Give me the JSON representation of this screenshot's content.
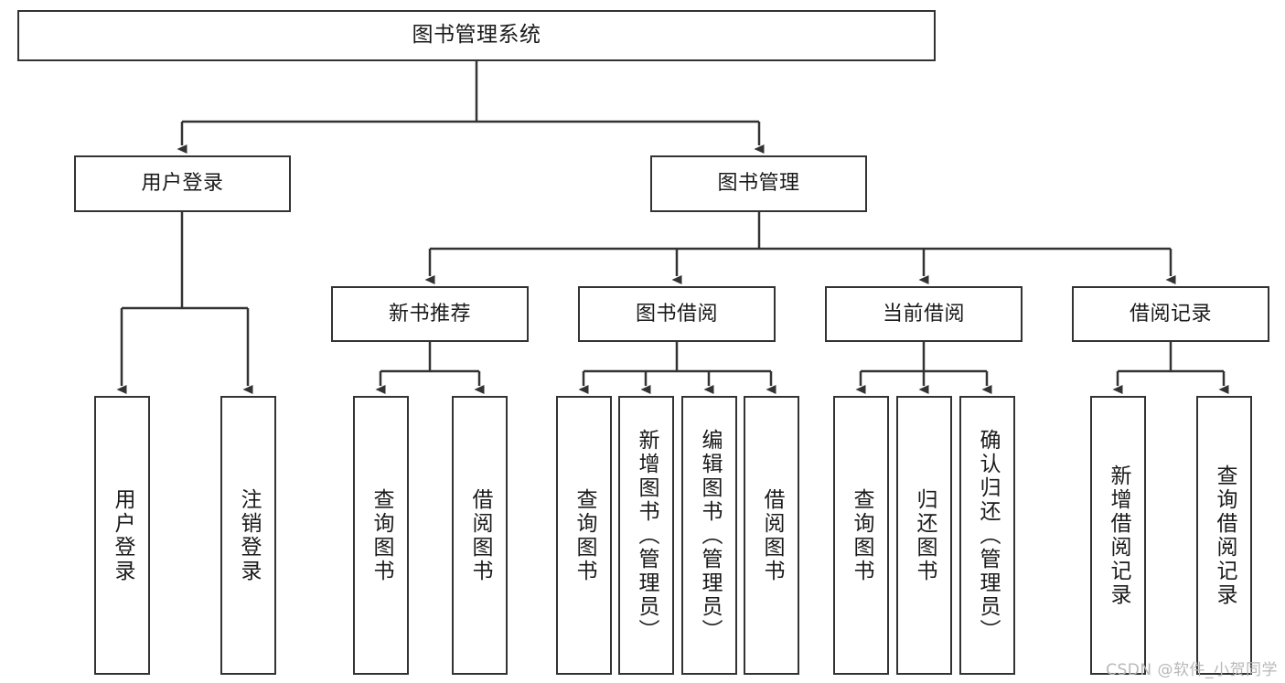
{
  "diagram": {
    "title": "图书管理系统",
    "type": "tree-hierarchy",
    "watermark": "CSDN @软件_小贺同学",
    "stroke_color": "#333333",
    "fill_color": "#ffffff",
    "text_color": "#1a1a1a",
    "root": {
      "label": "图书管理系统"
    },
    "level2": [
      {
        "label": "用户登录"
      },
      {
        "label": "图书管理"
      }
    ],
    "level3": [
      {
        "label": "新书推荐"
      },
      {
        "label": "图书借阅"
      },
      {
        "label": "当前借阅"
      },
      {
        "label": "借阅记录"
      }
    ],
    "leaves_user_login": [
      {
        "label": "用户登录"
      },
      {
        "label": "注销登录"
      }
    ],
    "leaves_new_books": [
      {
        "label": "查询图书"
      },
      {
        "label": "借阅图书"
      }
    ],
    "leaves_book_borrow": [
      {
        "label": "查询图书"
      },
      {
        "label": "新增图书（管理员）"
      },
      {
        "label": "编辑图书（管理员）"
      },
      {
        "label": "借阅图书"
      }
    ],
    "leaves_current_borrow": [
      {
        "label": "查询图书"
      },
      {
        "label": "归还图书"
      },
      {
        "label": "确认归还（管理员）"
      }
    ],
    "leaves_borrow_record": [
      {
        "label": "新增借阅记录"
      },
      {
        "label": "查询借阅记录"
      }
    ]
  }
}
